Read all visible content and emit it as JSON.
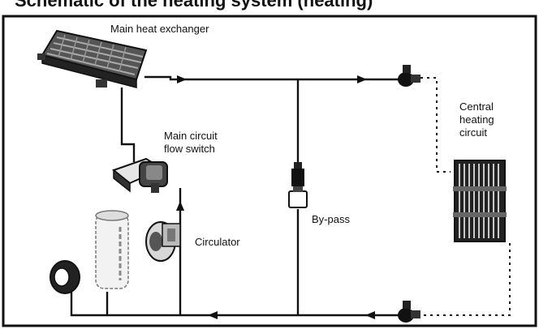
{
  "caption_top": "Schematic of the heating system (heating)",
  "labels": {
    "main_heat_exchanger": "Main heat exchanger",
    "main_circuit_flow_switch_line1": "Main circuit",
    "main_circuit_flow_switch_line2": "flow switch",
    "central_heating_circuit_line1": "Central",
    "central_heating_circuit_line2": "heating",
    "central_heating_circuit_line3": "circuit",
    "bypass": "By-pass",
    "circulator": "Circulator"
  },
  "colors": {
    "ink": "#111111",
    "paper": "#ffffff"
  }
}
